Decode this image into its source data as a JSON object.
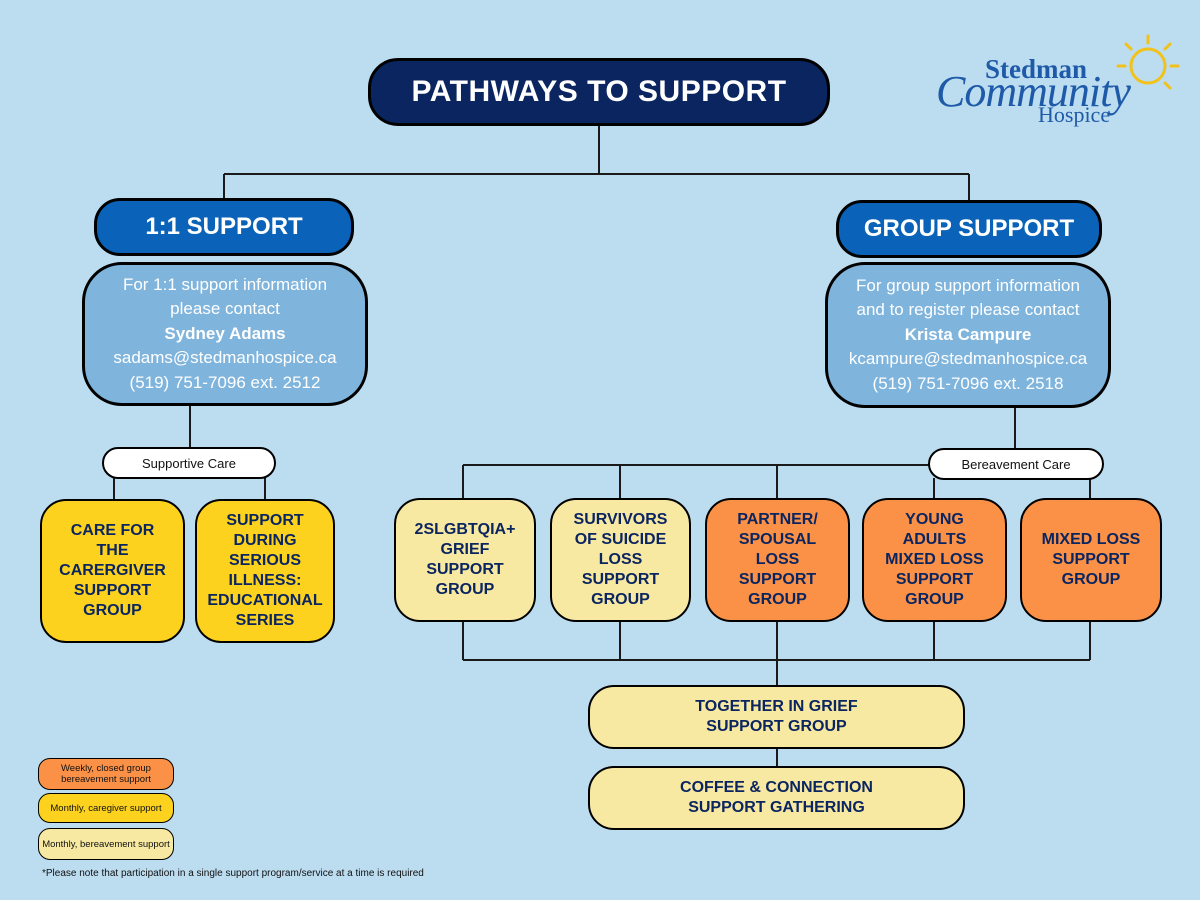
{
  "title": "PATHWAYS TO SUPPORT",
  "logo": {
    "line1": "Stedman",
    "line2": "Community",
    "line3": "Hospice"
  },
  "one_on_one": {
    "label": "1:1 SUPPORT",
    "info": {
      "line1": "For 1:1 support information",
      "line2": "please contact",
      "name": "Sydney Adams",
      "email": "sadams@stedmanhospice.ca",
      "phone": "(519) 751-7096 ext. 2512"
    },
    "category": "Supportive Care",
    "programs": [
      {
        "l1": "CARE FOR",
        "l2": "THE",
        "l3": "CARERGIVER",
        "l4": "SUPPORT",
        "l5": "GROUP"
      },
      {
        "l1": "SUPPORT",
        "l2": "DURING",
        "l3": "SERIOUS",
        "l4": "ILLNESS:",
        "l5": "EDUCATIONAL",
        "l6": "SERIES"
      }
    ]
  },
  "group": {
    "label": "GROUP SUPPORT",
    "info": {
      "line1": "For group support information",
      "line2": "and to register please contact",
      "name": "Krista Campure",
      "email": "kcampure@stedmanhospice.ca",
      "phone": "(519) 751-7096 ext. 2518"
    },
    "category": "Bereavement Care",
    "programs": [
      {
        "l1": "2SLGBTQIA+",
        "l2": "GRIEF",
        "l3": "SUPPORT",
        "l4": "GROUP"
      },
      {
        "l1": "SURVIVORS",
        "l2": "OF SUICIDE",
        "l3": "LOSS",
        "l4": "SUPPORT",
        "l5": "GROUP"
      },
      {
        "l1": "PARTNER/",
        "l2": "SPOUSAL",
        "l3": "LOSS",
        "l4": "SUPPORT",
        "l5": "GROUP"
      },
      {
        "l1": "YOUNG",
        "l2": "ADULTS",
        "l3": "MIXED LOSS",
        "l4": "SUPPORT",
        "l5": "GROUP"
      },
      {
        "l1": "MIXED LOSS",
        "l2": "SUPPORT",
        "l3": "GROUP"
      }
    ],
    "together": {
      "l1": "TOGETHER IN GRIEF",
      "l2": "SUPPORT GROUP"
    },
    "coffee": {
      "l1": "COFFEE & CONNECTION",
      "l2": "SUPPORT GATHERING"
    }
  },
  "legend": [
    {
      "l1": "Weekly, closed group",
      "l2": "bereavement support",
      "color": "#fb9147"
    },
    {
      "l1": "Monthly, caregiver support",
      "color": "#fcd21e"
    },
    {
      "l1": "Monthly, bereavement support",
      "color": "#f7e8a2"
    }
  ],
  "footnote": "*Please note that participation in a single support program/service at a time is required"
}
